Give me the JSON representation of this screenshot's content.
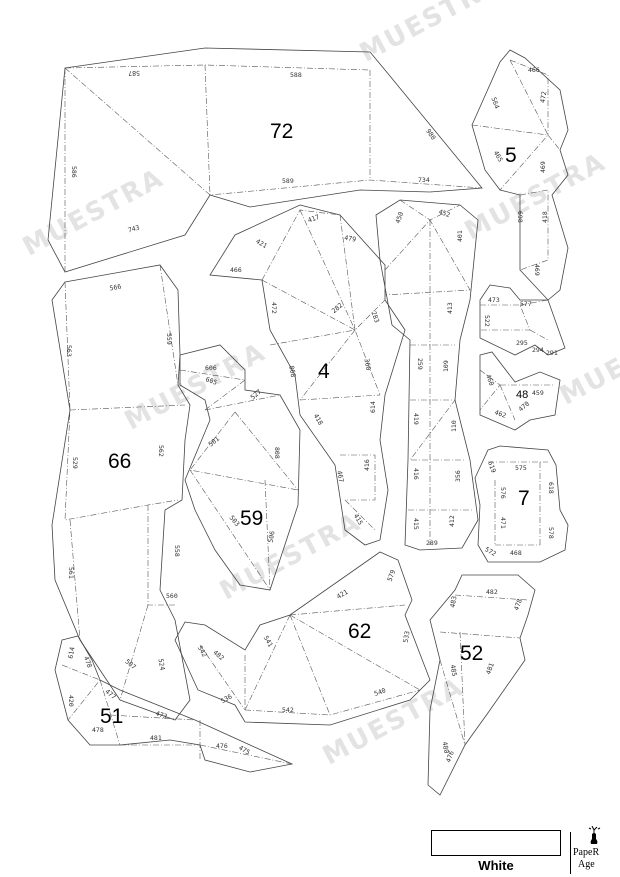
{
  "watermark": "MUESTRA",
  "pieces": [
    {
      "id": "72",
      "edges": [
        "587",
        "588",
        "586",
        "589",
        "743",
        "734",
        "980"
      ]
    },
    {
      "id": "5",
      "edges": [
        "466",
        "564",
        "472",
        "465",
        "469",
        "698",
        "418",
        "469"
      ]
    },
    {
      "id": "4",
      "edges": [
        "417",
        "421",
        "466",
        "479",
        "472",
        "282",
        "283",
        "868",
        "360",
        "418",
        "614",
        "467",
        "416",
        "415"
      ]
    },
    {
      "id": "66",
      "edges": [
        "566",
        "559",
        "563",
        "529",
        "562",
        "561",
        "558",
        "560",
        "507",
        "524"
      ]
    },
    {
      "id": "59",
      "edges": [
        "606",
        "605",
        "527",
        "501",
        "808",
        "503",
        "506"
      ]
    },
    {
      "id": "48",
      "edges": [
        "460",
        "462",
        "459",
        "470"
      ]
    },
    {
      "id": "7",
      "edges": [
        "575",
        "619",
        "618",
        "576",
        "471",
        "578",
        "468",
        "572"
      ]
    },
    {
      "id": "62",
      "edges": [
        "421",
        "579",
        "542",
        "541",
        "533",
        "540",
        "536",
        "542",
        "482"
      ]
    },
    {
      "id": "52",
      "edges": [
        "482",
        "483",
        "478",
        "485",
        "481",
        "480",
        "476"
      ]
    },
    {
      "id": "51",
      "edges": [
        "614",
        "478",
        "420",
        "477",
        "478",
        "481",
        "473",
        "476",
        "475"
      ]
    }
  ],
  "tab_edges": [
    "450",
    "452",
    "401",
    "413",
    "259",
    "109",
    "419",
    "110",
    "416",
    "356",
    "415",
    "289",
    "412",
    "473",
    "577",
    "522",
    "295",
    "294",
    "291"
  ],
  "footer": {
    "color_name": "White",
    "swatch_color": "#ffffff",
    "brand_line1": "PapeR",
    "brand_line2": "Age",
    "brand_icon": "deer-logo-icon"
  }
}
